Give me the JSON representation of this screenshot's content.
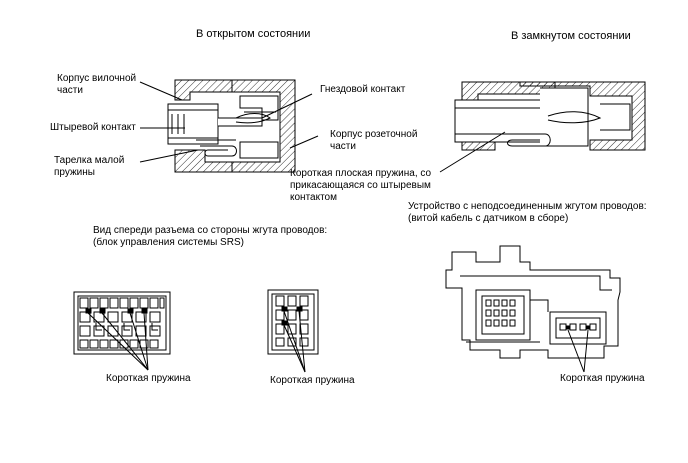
{
  "captions": {
    "open_state": "В открытом состоянии",
    "closed_state": "В замкнутом состоянии"
  },
  "labels": {
    "fork_housing": "Корпус вилочной\nчасти",
    "pin_contact": "Штыревой контакт",
    "spring_plate": "Тарелка малой\nпружины",
    "socket_contact": "Гнездовой контакт",
    "socket_housing": "Корпус розеточной\nчасти",
    "short_flat_spring": "Короткая плоская пружина, со\nприкасающаяся со штыревым\nконтактом"
  },
  "sections": {
    "front_view_title": "Вид спереди разъема со стороны жгута проводов:\n(блок управления системы SRS)",
    "disconnected_title": "Устройство с неподсоединенным жгутом проводов:\n(витой кабель с датчиком в сборе)"
  },
  "short_spring_labels": [
    "Короткая пружина",
    "Короткая пружина",
    "Короткая пружина"
  ],
  "colors": {
    "line": "#000000",
    "background": "#ffffff"
  }
}
